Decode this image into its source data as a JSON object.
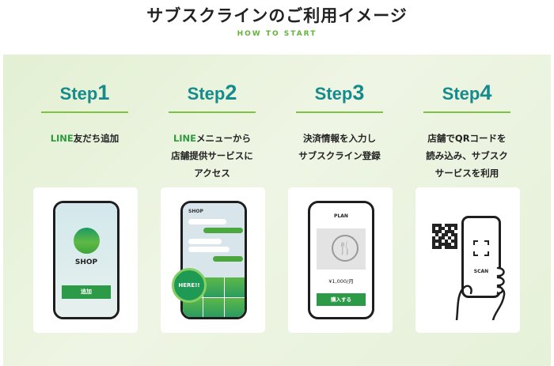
{
  "title": "サブスクラインのご利用イメージ",
  "subtitle": "HOW TO START",
  "colors": {
    "accent": "#158b8c",
    "green": "#2d9a47",
    "panel_bg": "#e6f1d9"
  },
  "steps": [
    {
      "label": "Step",
      "num": "1",
      "hl": "LINE",
      "line1": "友だち追加",
      "line2": "",
      "line3": ""
    },
    {
      "label": "Step",
      "num": "2",
      "hl": "LINE",
      "line1": "メニューから",
      "line2": "店舗提供サービスに",
      "line3": "アクセス"
    },
    {
      "label": "Step",
      "num": "3",
      "hl": "",
      "line1": "決済情報を入力し",
      "line2": "サブスクライン登録",
      "line3": ""
    },
    {
      "label": "Step",
      "num": "4",
      "hl": "",
      "line1": "店舗でQRコードを",
      "line2": "読み込み、サブスク",
      "line3": "サービスを利用"
    }
  ],
  "card1": {
    "shop": "SHOP",
    "add_button": "追加"
  },
  "card2": {
    "shop": "SHOP",
    "here": "HERE!!"
  },
  "card3": {
    "plan": "PLAN",
    "price": "¥1,000/月",
    "buy_button": "購入する",
    "icon": "fork-knife-icon"
  },
  "card4": {
    "scan": "SCAN",
    "icon": "qr-code-icon"
  }
}
